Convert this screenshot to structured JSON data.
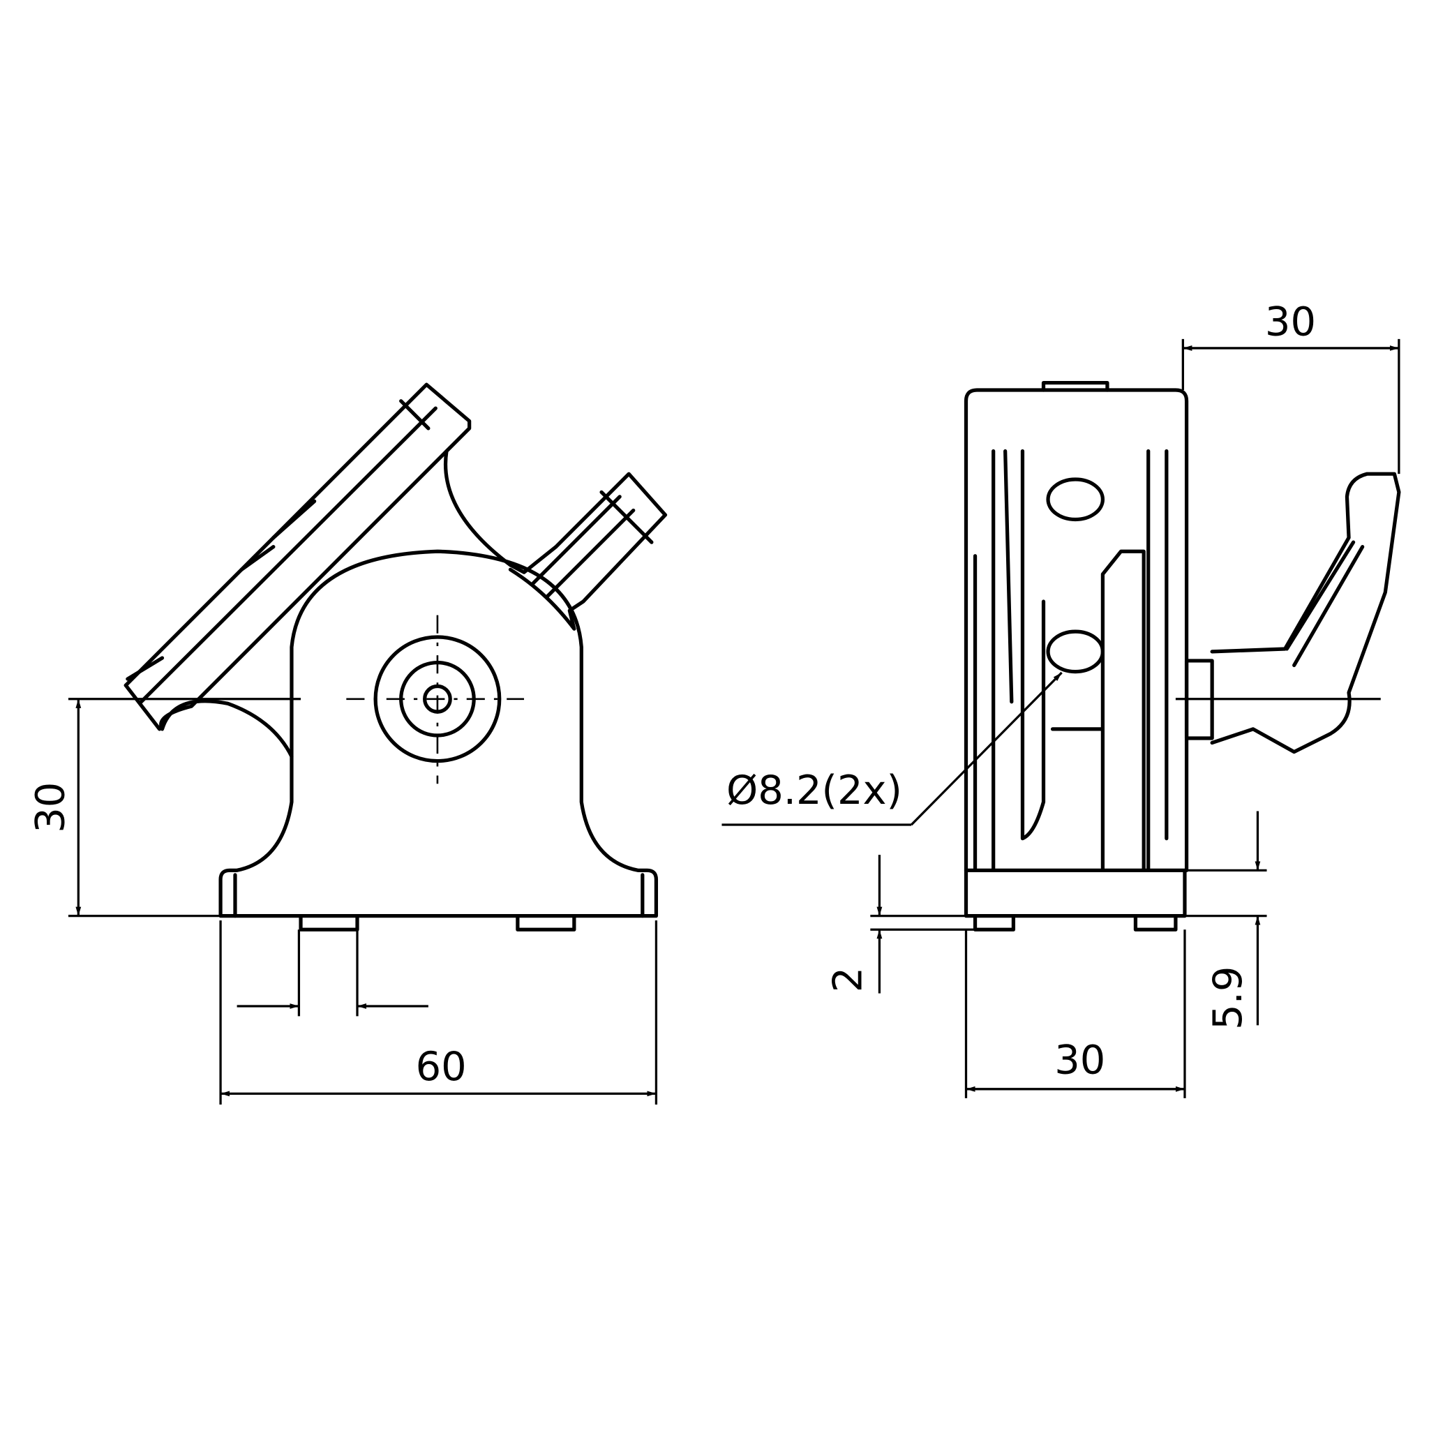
{
  "drawing": {
    "front_view": {
      "dim_height": "30",
      "dim_width": "60"
    },
    "side_view": {
      "dim_top_width": "30",
      "dim_bottom_width": "30",
      "dim_plate": "2",
      "dim_base": "5.9",
      "hole_callout": "Ø8.2(2x)"
    }
  }
}
